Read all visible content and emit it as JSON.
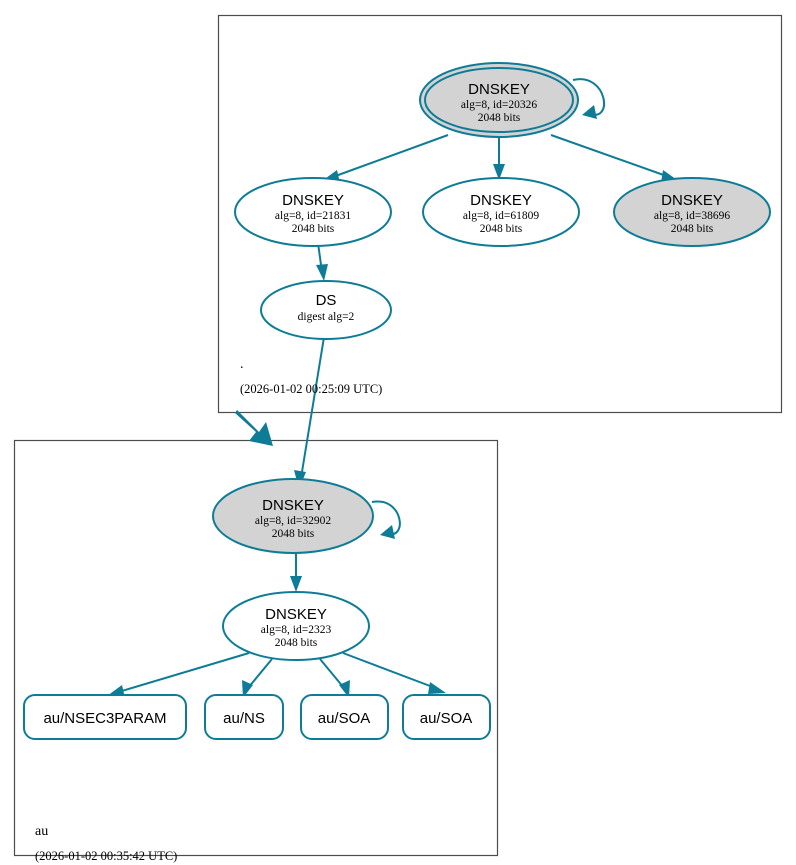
{
  "diagram": {
    "type": "dnssec-authentication-chain",
    "colors": {
      "accent": "#0e7c96",
      "node_fill_secure": "#d3d3d3",
      "node_fill_plain": "#ffffff",
      "zone_border": "#4d4d4d",
      "text": "#000000"
    }
  },
  "zones": [
    {
      "id": "root",
      "label": ".",
      "timestamp": "(2026-01-02 00:25:09 UTC)",
      "nodes": [
        {
          "id": "root-ksk-20326",
          "kind": "DNSKEY",
          "title": "DNSKEY",
          "line2": "alg=8, id=20326",
          "line3": "2048 bits",
          "alg": 8,
          "key_id": 20326,
          "bits": 2048,
          "shape": "doubleellipse",
          "fill": "gray",
          "self_signed": true
        },
        {
          "id": "root-zsk-21831",
          "kind": "DNSKEY",
          "title": "DNSKEY",
          "line2": "alg=8, id=21831",
          "line3": "2048 bits",
          "alg": 8,
          "key_id": 21831,
          "bits": 2048,
          "shape": "ellipse",
          "fill": "white",
          "self_signed": false
        },
        {
          "id": "root-zsk-61809",
          "kind": "DNSKEY",
          "title": "DNSKEY",
          "line2": "alg=8, id=61809",
          "line3": "2048 bits",
          "alg": 8,
          "key_id": 61809,
          "bits": 2048,
          "shape": "ellipse",
          "fill": "white",
          "self_signed": false
        },
        {
          "id": "root-zsk-38696",
          "kind": "DNSKEY",
          "title": "DNSKEY",
          "line2": "alg=8, id=38696",
          "line3": "2048 bits",
          "alg": 8,
          "key_id": 38696,
          "bits": 2048,
          "shape": "ellipse",
          "fill": "gray",
          "self_signed": false
        },
        {
          "id": "root-ds",
          "kind": "DS",
          "title": "DS",
          "line2": "digest alg=2",
          "line3": "",
          "digest_alg": 2,
          "shape": "ellipse",
          "fill": "white",
          "self_signed": false
        }
      ]
    },
    {
      "id": "au",
      "label": "au",
      "timestamp": "(2026-01-02 00:35:42 UTC)",
      "nodes": [
        {
          "id": "au-ksk-32902",
          "kind": "DNSKEY",
          "title": "DNSKEY",
          "line2": "alg=8, id=32902",
          "line3": "2048 bits",
          "alg": 8,
          "key_id": 32902,
          "bits": 2048,
          "shape": "ellipse",
          "fill": "gray",
          "self_signed": true
        },
        {
          "id": "au-zsk-2323",
          "kind": "DNSKEY",
          "title": "DNSKEY",
          "line2": "alg=8, id=2323",
          "line3": "2048 bits",
          "alg": 8,
          "key_id": 2323,
          "bits": 2048,
          "shape": "ellipse",
          "fill": "white",
          "self_signed": false
        }
      ],
      "rrsets": [
        {
          "id": "rr-nsec3param",
          "label": "au/NSEC3PARAM"
        },
        {
          "id": "rr-ns",
          "label": "au/NS"
        },
        {
          "id": "rr-soa-1",
          "label": "au/SOA"
        },
        {
          "id": "rr-soa-2",
          "label": "au/SOA"
        }
      ]
    }
  ]
}
